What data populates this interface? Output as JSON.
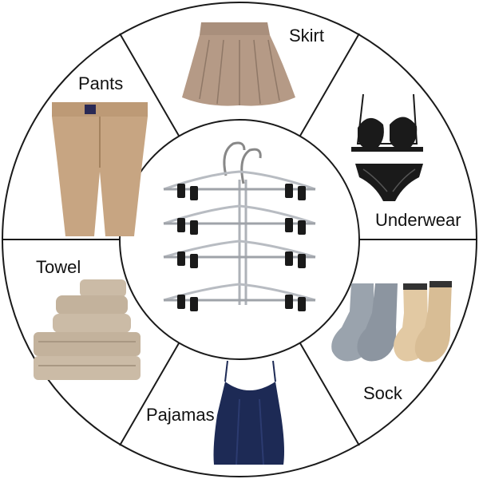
{
  "diagram": {
    "segments": [
      {
        "label": "Skirt",
        "item_icon": "skirt-icon"
      },
      {
        "label": "Underwear",
        "item_icon": "bra-and-briefs-icon"
      },
      {
        "label": "Sock",
        "item_icon": "socks-icon"
      },
      {
        "label": "Pajamas",
        "item_icon": "camisole-icon"
      },
      {
        "label": "Towel",
        "item_icon": "towel-stack-icon"
      },
      {
        "label": "Pants",
        "item_icon": "pants-icon"
      }
    ],
    "center_icon": "tiered-clip-hanger-icon",
    "colors": {
      "outline": "#1a1a1a",
      "khaki": "#c7a582",
      "skirt": "#b59a86",
      "towel": "#cbbba6",
      "navy": "#1d2a55",
      "sock_grey": "#9aa3ad",
      "sock_tan": "#e2c9a3",
      "black": "#1a1a1a",
      "chrome": "#c9ccd1"
    }
  }
}
